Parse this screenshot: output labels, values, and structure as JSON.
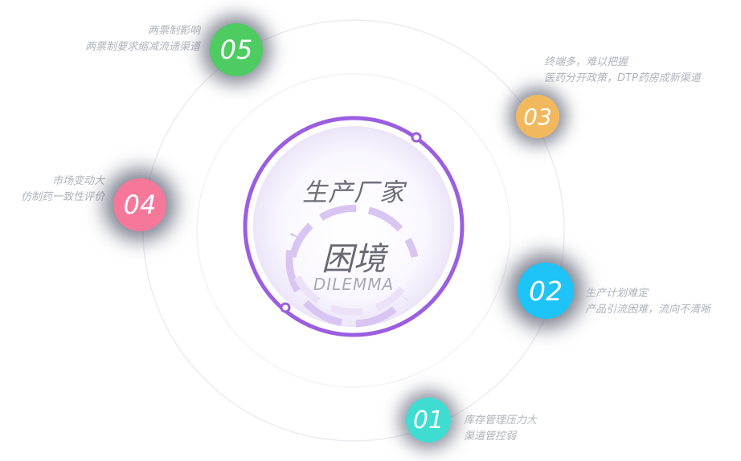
{
  "center": {
    "title": "生产厂家",
    "main": "困境",
    "sub": "DILEMMA"
  },
  "items": [
    {
      "number": "01",
      "line1": "库存管理压力大",
      "line2": "渠道管控弱",
      "color": "#3fdcd2"
    },
    {
      "number": "02",
      "line1": "生产计划难定",
      "line2": "产品引流困难，流向不清晰",
      "color": "#1ec3f7"
    },
    {
      "number": "03",
      "line1": "终端多，难以把握",
      "line2": "医药分开政策，DTP药房成新渠道",
      "color": "#f2b85e"
    },
    {
      "number": "04",
      "line1": "市场变动大",
      "line2": "仿制药一致性评价",
      "color": "#f5789a"
    },
    {
      "number": "05",
      "line1": "两票制影响",
      "line2": "两票制要求缩减流通渠道",
      "color": "#4ecc62"
    }
  ],
  "accent_color": "#9b5ee0"
}
